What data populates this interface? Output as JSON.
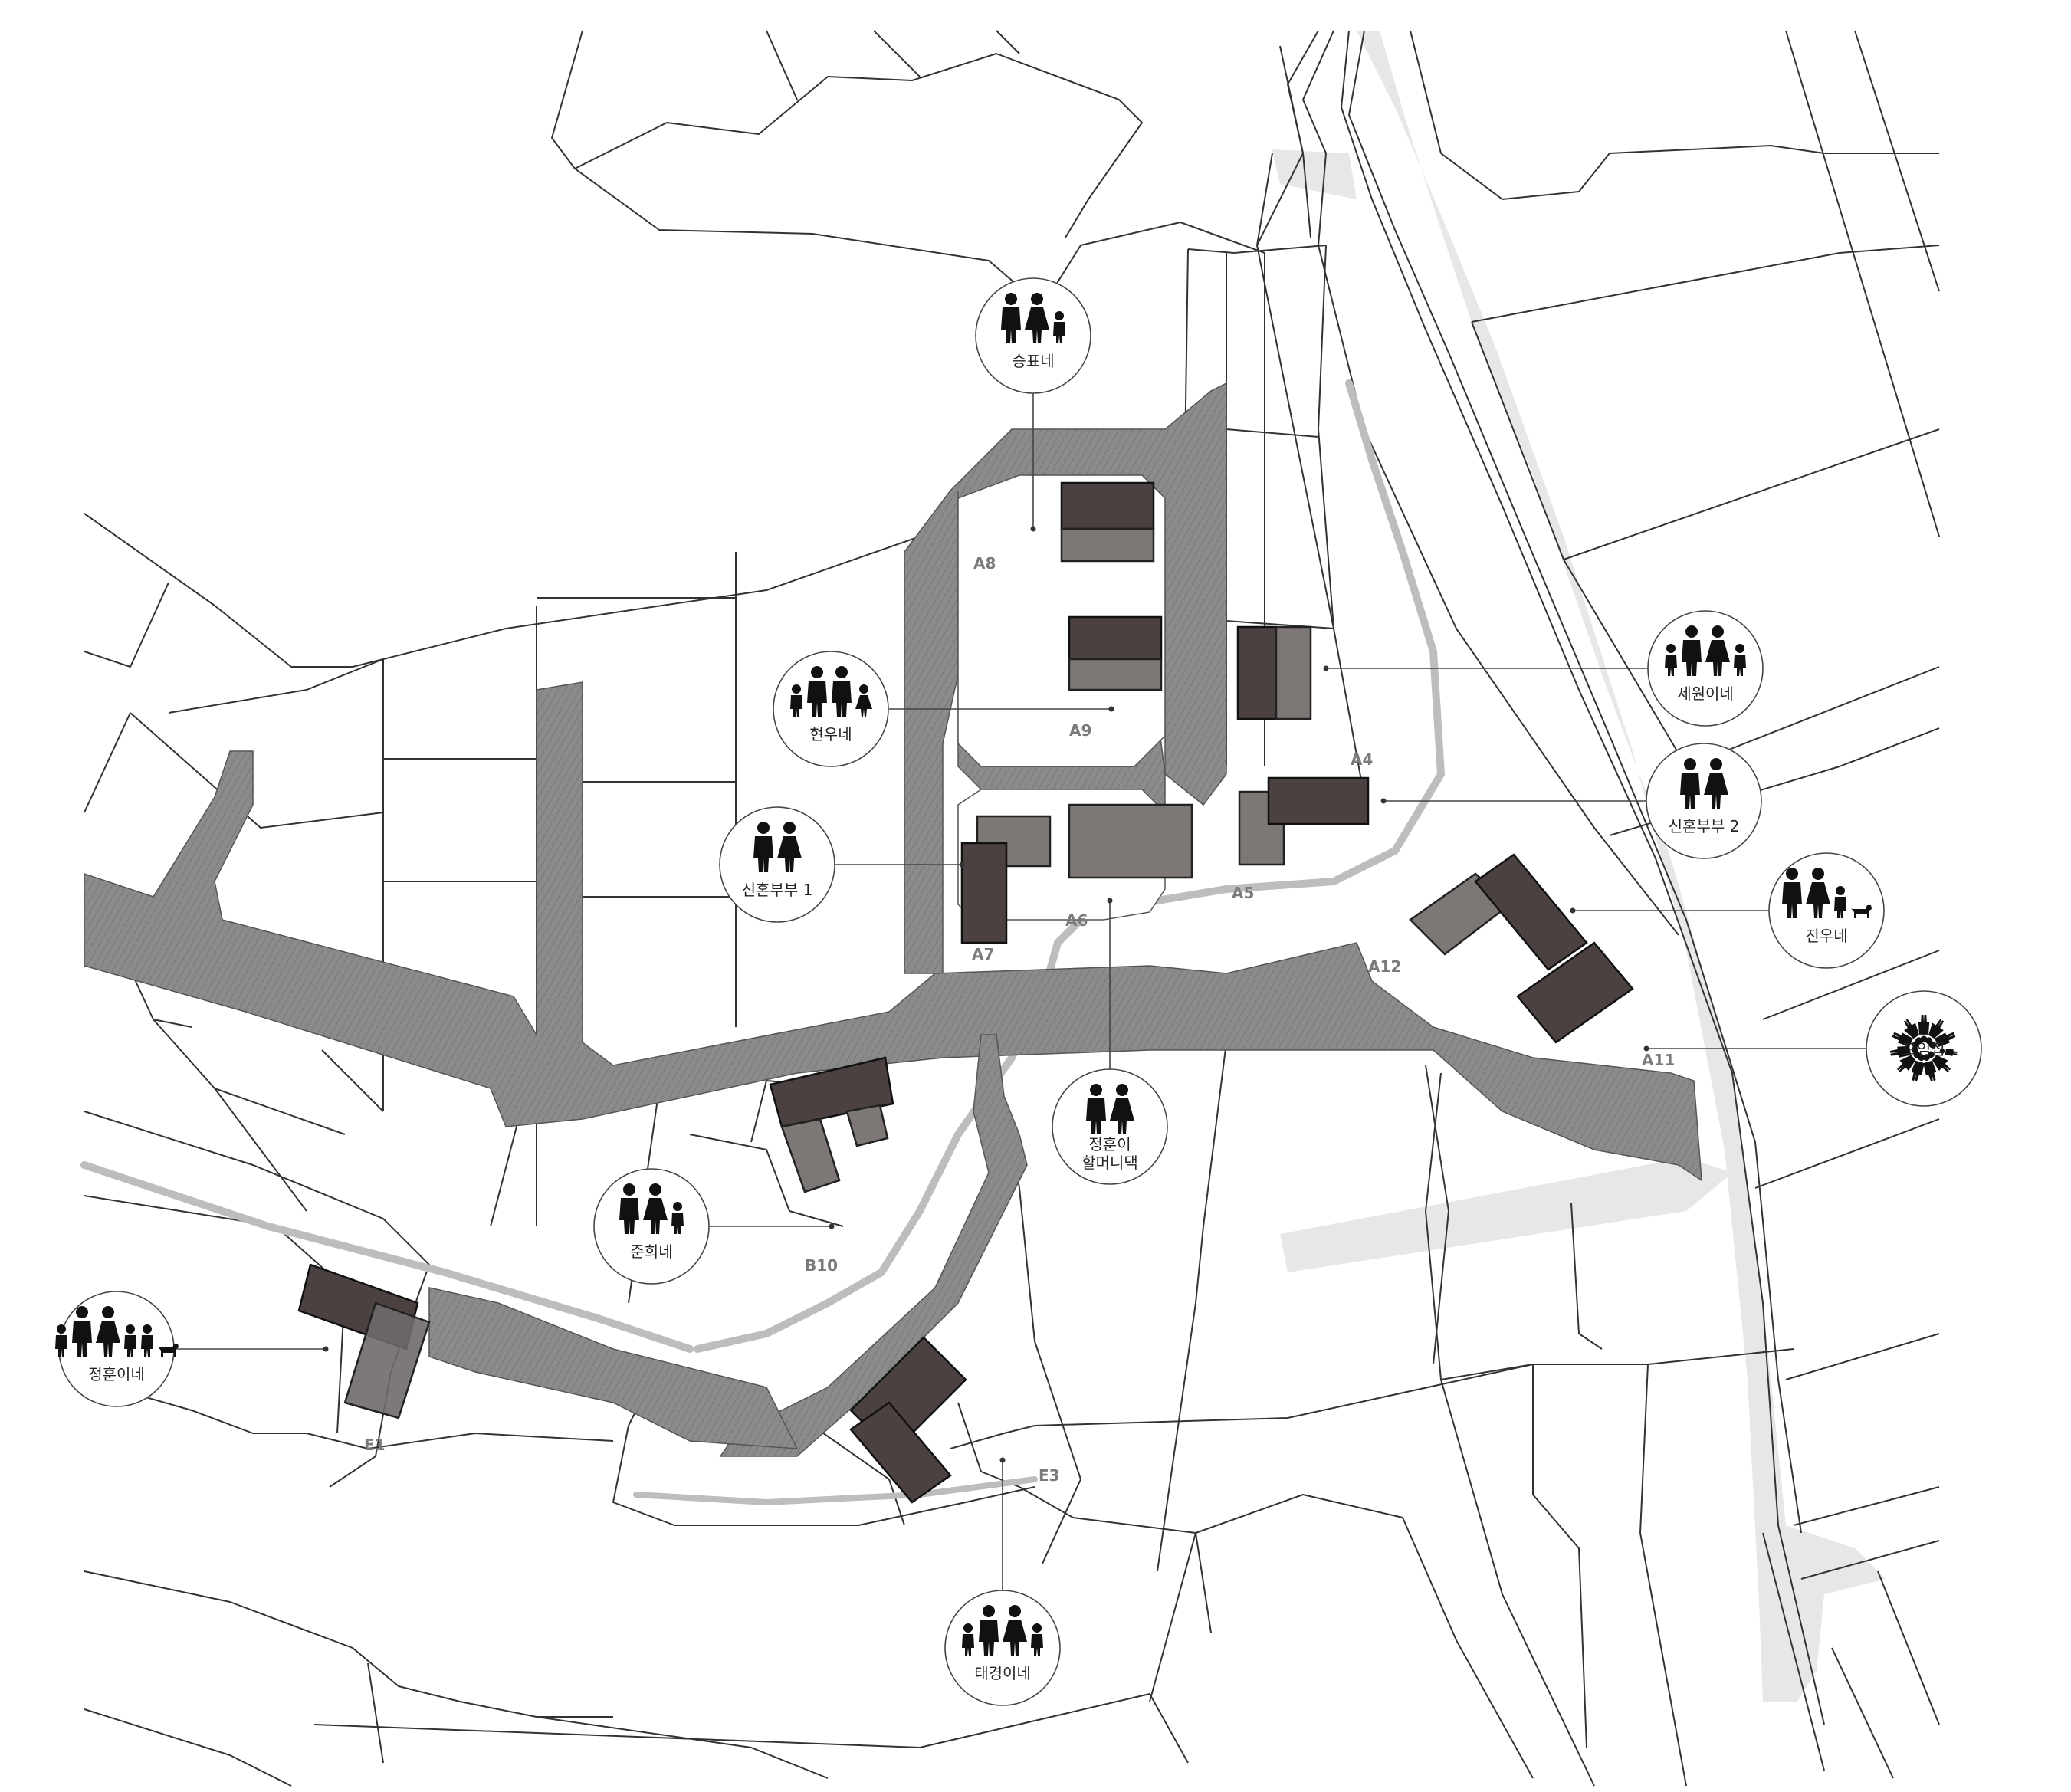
{
  "map": {
    "households": [
      {
        "id": "seungpyo",
        "label_lines": [
          "승표네"
        ],
        "members": [
          "man",
          "woman",
          "child"
        ]
      },
      {
        "id": "hyeonwoo",
        "label_lines": [
          "현우네"
        ],
        "members": [
          "child",
          "man",
          "man",
          "girl"
        ]
      },
      {
        "id": "newlywed1",
        "label_lines": [
          "신혼부부 1"
        ],
        "members": [
          "man",
          "woman"
        ]
      },
      {
        "id": "sewon",
        "label_lines": [
          "세원이네"
        ],
        "members": [
          "child",
          "man",
          "woman",
          "child"
        ]
      },
      {
        "id": "newlywed2",
        "label_lines": [
          "신혼부부 2"
        ],
        "members": [
          "man",
          "woman"
        ]
      },
      {
        "id": "jinwoo",
        "label_lines": [
          "진우네"
        ],
        "members": [
          "man",
          "woman",
          "child",
          "dog"
        ]
      },
      {
        "id": "gathering",
        "label_lines": [
          "모임집"
        ],
        "members": [
          "crowd"
        ]
      },
      {
        "id": "grandma",
        "label_lines": [
          "정훈이",
          "할머니댁"
        ],
        "members": [
          "man",
          "woman"
        ]
      },
      {
        "id": "junhui",
        "label_lines": [
          "준희네"
        ],
        "members": [
          "man",
          "woman",
          "child"
        ]
      },
      {
        "id": "jeonghun",
        "label_lines": [
          "정훈이네"
        ],
        "members": [
          "child",
          "man",
          "woman",
          "child",
          "child",
          "dog"
        ]
      },
      {
        "id": "taegyeong",
        "label_lines": [
          "태경이네"
        ],
        "members": [
          "child",
          "man",
          "woman",
          "child"
        ]
      }
    ],
    "lot_codes": [
      "A8",
      "A9",
      "A4",
      "A5",
      "A6",
      "A7",
      "A12",
      "A11",
      "B10",
      "E1",
      "E3"
    ]
  }
}
